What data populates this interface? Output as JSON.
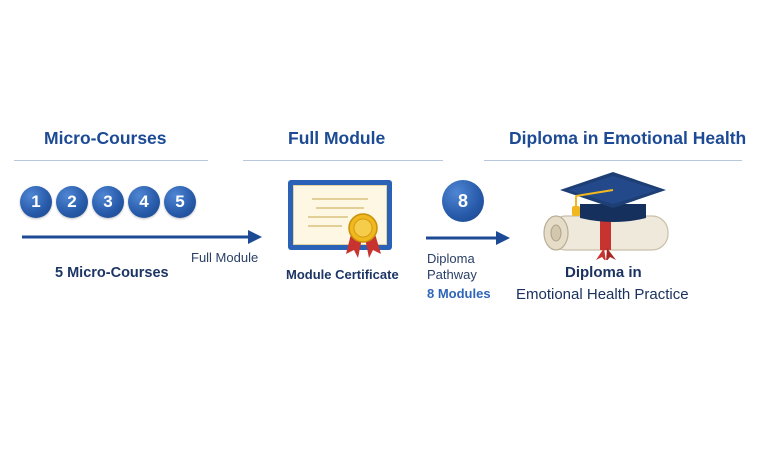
{
  "columns": {
    "micro": {
      "heading": "Micro-Courses",
      "numbers": [
        "1",
        "2",
        "3",
        "4",
        "5"
      ],
      "caption": "5 Micro-Courses",
      "arrow_label": "Full Module"
    },
    "module": {
      "heading": "Full Module",
      "caption": "Module Certificate"
    },
    "pathway": {
      "number": "8",
      "label_line1": "Diploma",
      "label_line2": "Pathway",
      "count": "8 Modules"
    },
    "diploma": {
      "heading": "Diploma in Emotional Health",
      "caption_line1": "Diploma in",
      "caption_line2": "Emotional Health Practice"
    }
  },
  "colors": {
    "primary": "#1c4a94",
    "accent_red": "#c8322f",
    "gold": "#f0b81e"
  },
  "icons": [
    "certificate-icon",
    "graduation-cap-icon",
    "diploma-scroll-icon"
  ]
}
